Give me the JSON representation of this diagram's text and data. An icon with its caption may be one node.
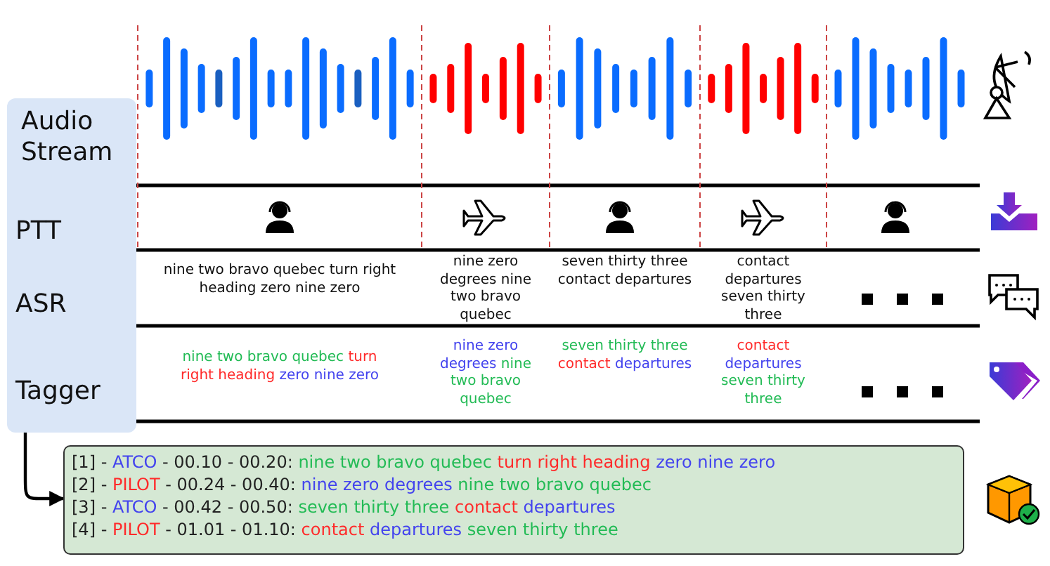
{
  "diagram": {
    "nodes": [
      {
        "text": [
          "Audio Stream",
          "PTT",
          "ASR",
          "Tagger"
        ]
      },
      {
        "text": [
          "[1] -",
          "ATCO",
          "- 00.10 - 00.20:",
          "nine two bravo quebec",
          "turn right heading",
          "zero nine zero",
          "[2] -",
          "PILOT",
          "- 00.24 - 00.40:",
          "nine zero degrees",
          "nine two bravo quebec",
          "[3] -",
          "ATCO",
          "- 00.42 - 00.50:",
          "seven thirty three",
          "contact",
          "departures",
          "[4] -",
          "PILOT",
          "- 01.01 - 01.10:",
          "contact",
          "departures",
          "seven thirty three"
        ]
      }
    ],
    "edges": [
      {
        "from": 0,
        "to": 1,
        "arrow": "to"
      }
    ],
    "labels": [
      "nine two bravo quebec turn right heading zero nine zero",
      "nine zero degrees nine two bravo quebec",
      "seven thirty three contact departures",
      "contact departures seven thirty three",
      "nine two bravo quebec",
      "turn right heading",
      "zero nine zero",
      "nine zero degrees",
      "nine two bravo quebec",
      "seven thirty three",
      "contact",
      "departures",
      "contact",
      "departures",
      "seven thirty three"
    ]
  }
}
